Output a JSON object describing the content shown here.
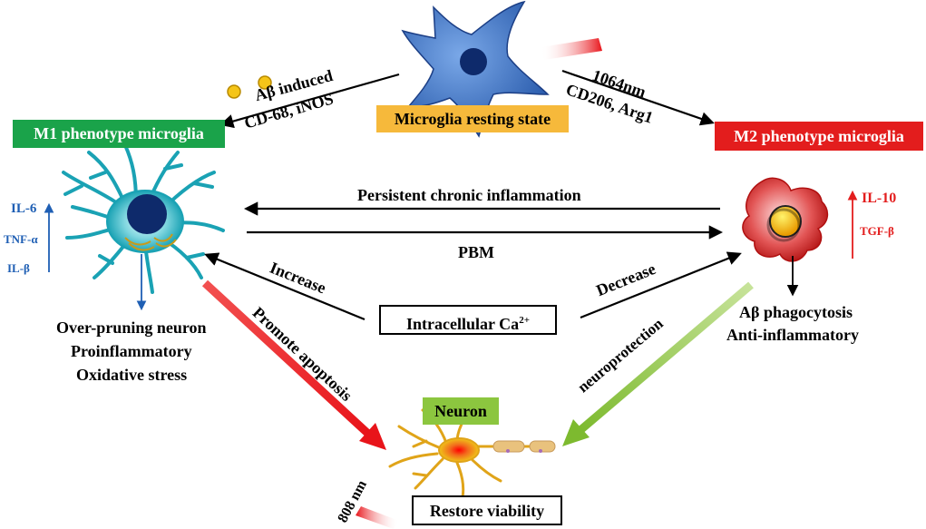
{
  "resting": {
    "label": "Microglia resting state",
    "color": "#f6b93b"
  },
  "m1": {
    "label": "M1 phenotype microglia",
    "color": "#1aa34a",
    "cytokines": [
      "IL-6",
      "TNF-α",
      "IL-β"
    ],
    "effects": [
      "Over-pruning neuron",
      "Proinflammatory",
      "Oxidative stress"
    ]
  },
  "m2": {
    "label": "M2 phenotype microglia",
    "color": "#e31d1d",
    "cytokines": [
      "IL-10",
      "TGF-β"
    ],
    "effects": [
      "Aβ phagocytosis",
      "Anti-inflammatory"
    ]
  },
  "left_path": {
    "line1": "Aβ induced",
    "line2": "CD-68, iNOS"
  },
  "right_path": {
    "line1": "1064nm",
    "line2": "CD206, Arg1"
  },
  "center": {
    "persistent": "Persistent chronic inflammation",
    "pbm": "PBM",
    "calcium_base": "Intracellular Ca",
    "calcium_sup": "2+",
    "increase": "Increase",
    "decrease": "Decrease"
  },
  "neuron": {
    "label": "Neuron",
    "color": "#8cc63f",
    "restore": "Restore viability",
    "laser": "808 nm"
  },
  "links": {
    "apoptosis": "Promote apoptosis",
    "protection": "neuroprotection"
  },
  "colors": {
    "blue_text": "#1f5fb4",
    "red_text": "#e31d1d",
    "apoptosis_arrow": "#e8141a",
    "protection_arrow": "#8dc63f"
  }
}
